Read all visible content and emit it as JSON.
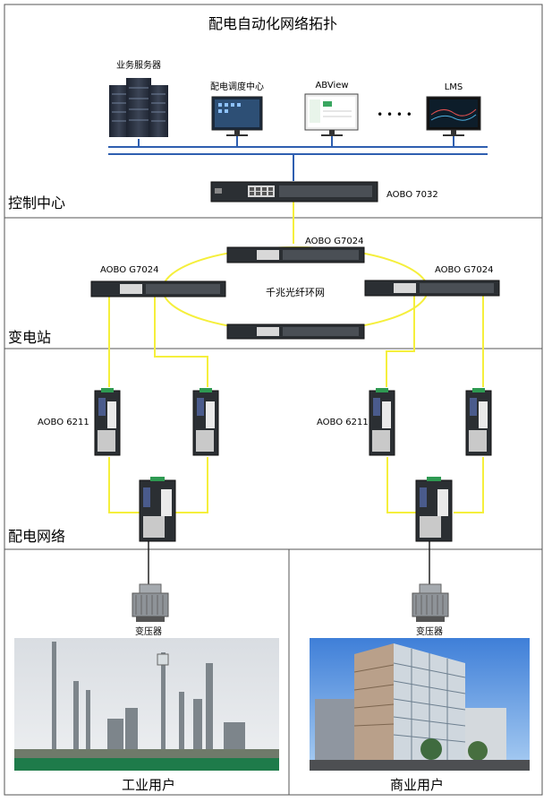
{
  "title": "配电自动化网络拓扑",
  "sections": {
    "control_center": "控制中心",
    "substation": "变电站",
    "distribution_network": "配电网络"
  },
  "servers": {
    "business_servers": "业务服务器",
    "dispatch_center": "配电调度中心",
    "abview": "ABView",
    "ellipsis": "• • • •",
    "lms": "LMS"
  },
  "switches": {
    "core": "AOBO 7032",
    "ring_top": "AOBO G7024",
    "ring_left": "AOBO G7024",
    "ring_right": "AOBO G7024",
    "ring_name": "千兆光纤环网",
    "field_left": "AOBO 6211",
    "field_right": "AOBO 6211"
  },
  "users": {
    "transformer_left": "变压器",
    "transformer_right": "变压器",
    "industrial": "工业用户",
    "commercial": "商业用户"
  },
  "colors": {
    "fiber": "#f5ef3c",
    "bus": "#2f5fb0",
    "switch_body": "#2b2f33",
    "industrial_green": "#1e7b4a"
  }
}
